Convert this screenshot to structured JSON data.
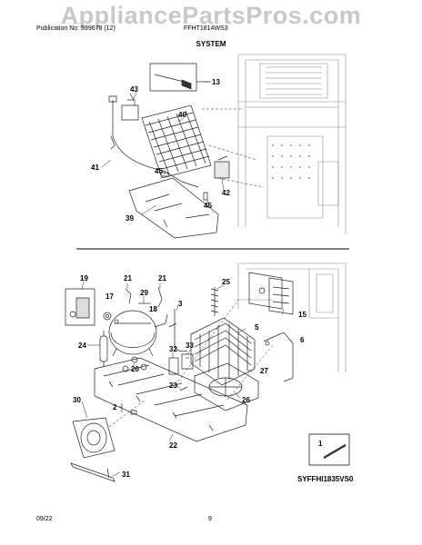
{
  "watermark": "AppliancePartsPros.com",
  "header": {
    "publication": "Publication No: 599678 (12)",
    "model": "FFHT1814WS3"
  },
  "section_title": "SYSTEM",
  "callouts": {
    "c43": "43",
    "c13": "13",
    "c40": "40",
    "c41": "41",
    "c45a": "45",
    "c42": "42",
    "c45b": "45",
    "c39": "39",
    "c19": "19",
    "c21a": "21",
    "c21b": "21",
    "c25": "25",
    "c29": "29",
    "c17": "17",
    "c3": "3",
    "c18": "18",
    "c15": "15",
    "c5": "5",
    "c24": "24",
    "c6": "6",
    "c32": "32",
    "c33": "33",
    "c20": "20",
    "c27": "27",
    "c23": "23",
    "c26": "26",
    "c30": "30",
    "c2": "2",
    "c22": "22",
    "c1": "1",
    "c31": "31"
  },
  "diagram_code": "SYFFHI1835VS0",
  "footer": {
    "date": "09/22",
    "page": "9"
  }
}
